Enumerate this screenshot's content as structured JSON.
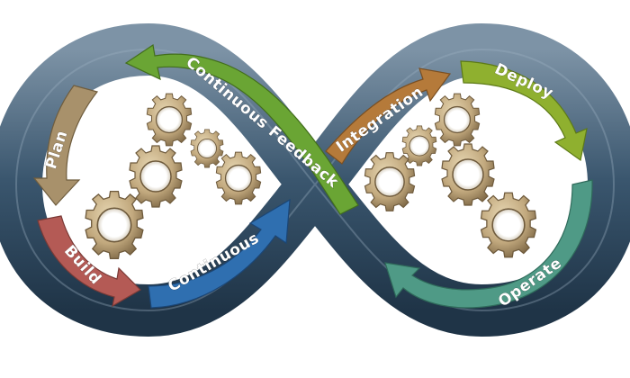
{
  "stages": {
    "plan": "Plan",
    "build": "Build",
    "continuous": "Continuous",
    "integration": "Integration",
    "deploy": "Deploy",
    "operate": "Operate",
    "continuous_feedback": "Continuous Feedback"
  },
  "icons": [
    "gear-icon"
  ],
  "colors": {
    "loop_band": "#2e4a63",
    "loop_band_light": "#6a8296",
    "plan": "#a8916b",
    "build": "#b45a55",
    "continuous": "#2f6fb0",
    "integration": "#b57a3a",
    "deploy": "#8fb02f",
    "operate": "#4f9a86",
    "continuous_feedback": "#6aa534",
    "gear": "#c9b48e",
    "gear_dark": "#8a7350"
  }
}
